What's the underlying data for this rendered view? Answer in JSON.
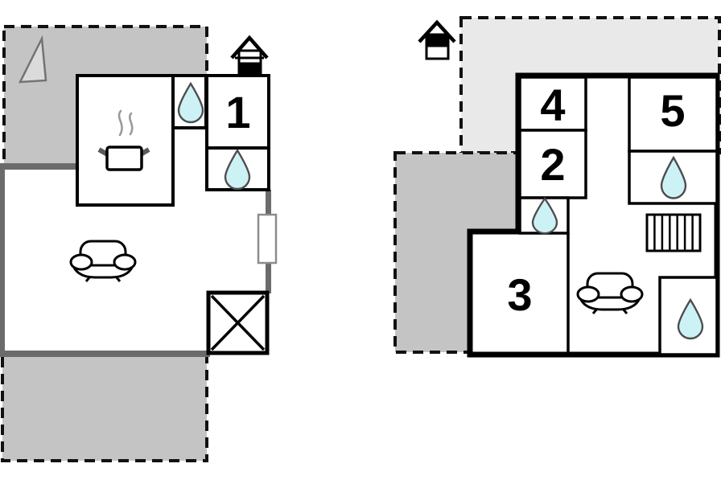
{
  "document": {
    "type": "vacation-home-floor-plan",
    "background": "#ffffff"
  },
  "colors": {
    "wall_black": "#000000",
    "wall_gray": "#6b6b6b",
    "terrace_dark_fill": "#c4c4c4",
    "terrace_light_fill": "#e9e9e9",
    "dashed_border": "#111111",
    "water_drop_fill": "#cdf2f6",
    "water_drop_stroke": "#4d4d4d",
    "window_stroke": "#8c8c8c",
    "north_arrow_fill": "#dbdbdb",
    "north_arrow_stroke": "#737373",
    "steam_gray": "#9a9a9a",
    "handle_gray": "#5a5a5a"
  },
  "plans": [
    {
      "id": "ground-floor",
      "level_indicator": {
        "icon": "house-level-icon",
        "filled_section": "lower"
      },
      "rooms": [
        {
          "number": "1"
        }
      ],
      "features": [
        "north-arrow",
        "upper-left-terrace",
        "lower-terrace",
        "kitchen-with-pot",
        "water-drop-top",
        "water-drop-mid",
        "sofa",
        "window",
        "cross-box"
      ]
    },
    {
      "id": "upper-floor",
      "level_indicator": {
        "icon": "house-level-icon",
        "filled_section": "upper"
      },
      "rooms": [
        {
          "number": "4"
        },
        {
          "number": "2"
        },
        {
          "number": "5"
        },
        {
          "number": "3"
        }
      ],
      "features": [
        "top-terrace",
        "left-terrace",
        "water-drop-hall",
        "water-drop-bath",
        "water-drop-corner",
        "stairs",
        "sofa"
      ]
    }
  ]
}
